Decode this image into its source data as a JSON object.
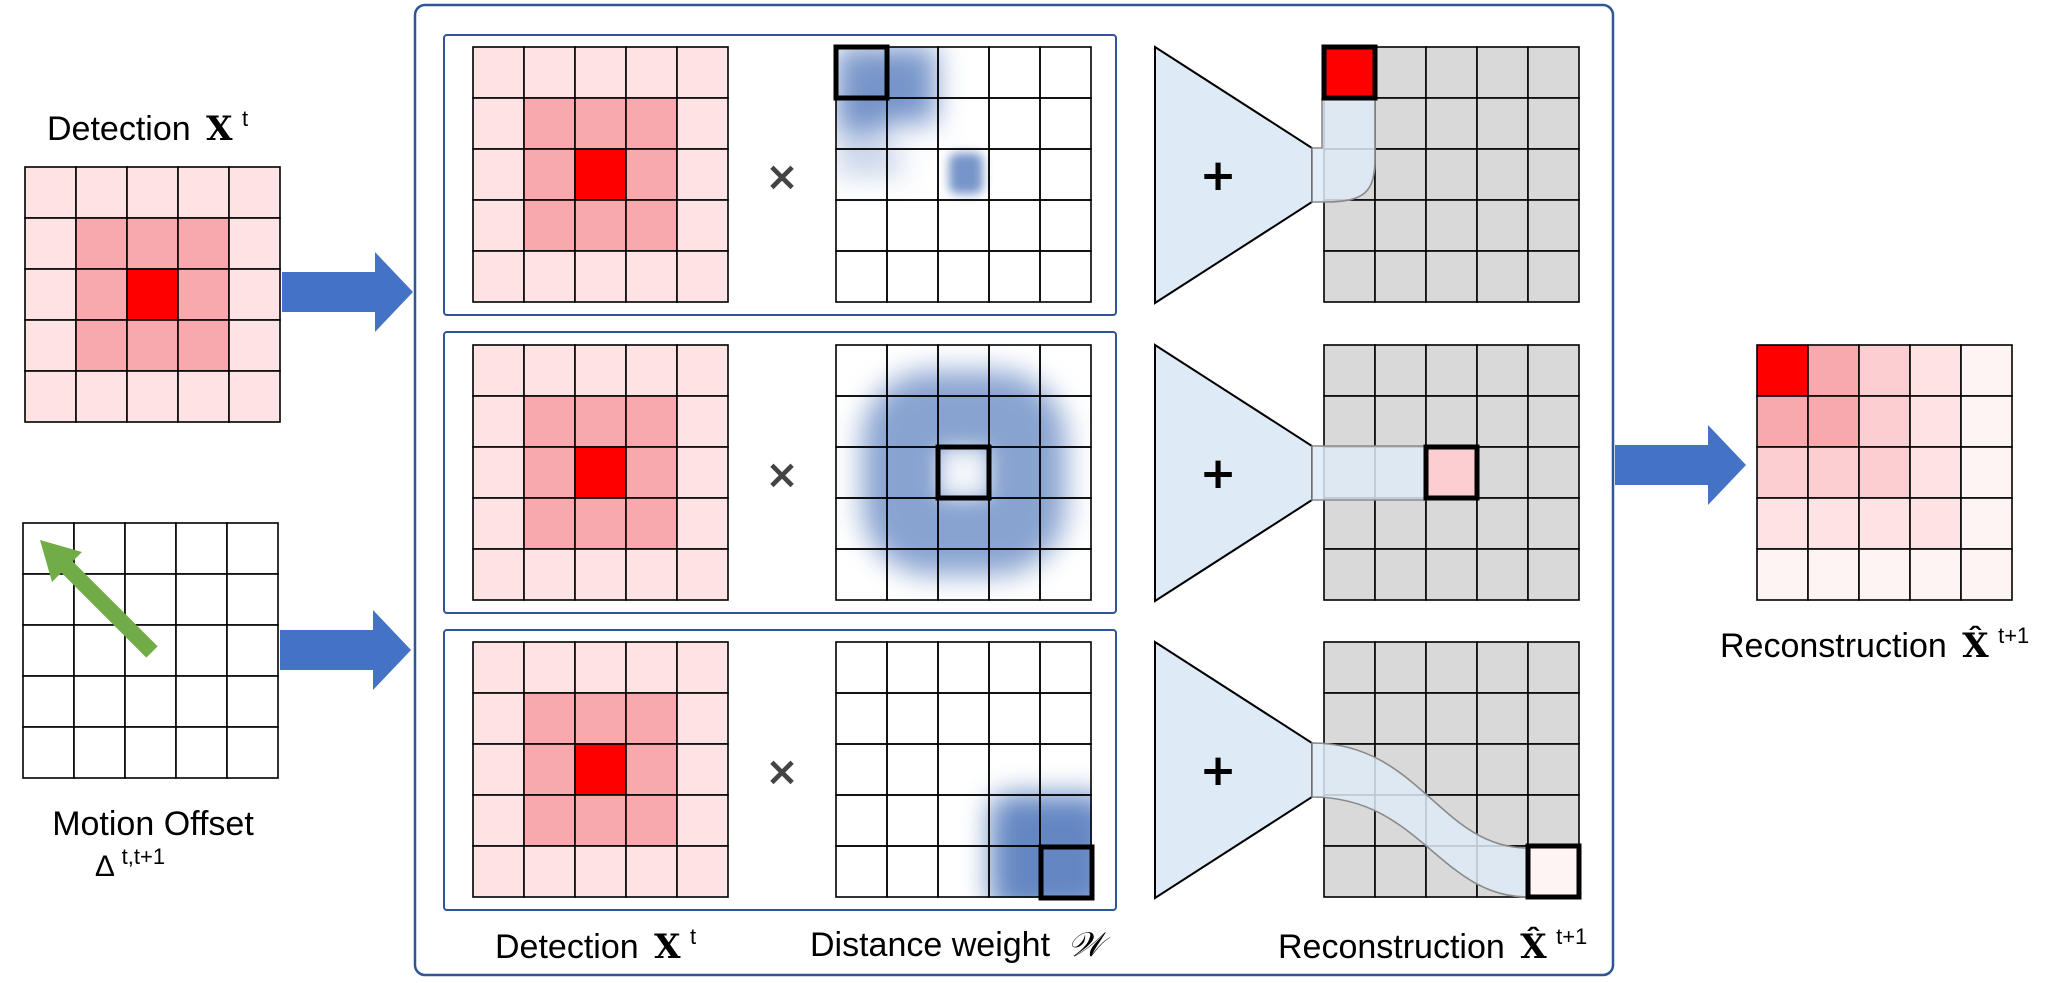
{
  "left": {
    "detection_label": "Detection",
    "detection_symbol": "X",
    "detection_sup": "t",
    "motion_label": "Motion Offset",
    "motion_symbol": "Δ",
    "motion_sup": "t,t+1"
  },
  "right": {
    "recon_label": "Reconstruction",
    "recon_symbol": "X̂",
    "recon_sup": "t+1"
  },
  "bottom": {
    "detection_label": "Detection",
    "detection_symbol": "X",
    "detection_sup": "t",
    "distance_label": "Distance weight",
    "distance_symbol": "𝒲",
    "recon_label": "Reconstruction",
    "recon_symbol": "X̂",
    "recon_sup": "t+1"
  },
  "operators": {
    "multiply": "×",
    "plus": "+"
  },
  "colors": {
    "red": "#ff0000",
    "mid_pink": "#f8a9ad",
    "light_pink": "#fde3e4",
    "gray_cell": "#d9d9d9",
    "blue_arrow": "#4472c4",
    "green_arrow": "#70ad47",
    "panel_border": "#2f5597",
    "funnel_fill": "#deeaf6",
    "weight_blue": "#4a72b8"
  },
  "detection_heatmap": [
    [
      "#fde3e4",
      "#fde3e4",
      "#fde3e4",
      "#fde3e4",
      "#fde3e4"
    ],
    [
      "#fde3e4",
      "#f8a9ad",
      "#f8a9ad",
      "#f8a9ad",
      "#fde3e4"
    ],
    [
      "#fde3e4",
      "#f8a9ad",
      "#ff0000",
      "#f8a9ad",
      "#fde3e4"
    ],
    [
      "#fde3e4",
      "#f8a9ad",
      "#f8a9ad",
      "#f8a9ad",
      "#fde3e4"
    ],
    [
      "#fde3e4",
      "#fde3e4",
      "#fde3e4",
      "#fde3e4",
      "#fde3e4"
    ]
  ],
  "reconstruction_heatmap": [
    [
      "#ff0000",
      "#f8a9ad",
      "#fbcfd1",
      "#fde3e4",
      "#fef4f4"
    ],
    [
      "#f8a9ad",
      "#f8a9ad",
      "#fbcfd1",
      "#fde3e4",
      "#fef4f4"
    ],
    [
      "#fbcfd1",
      "#fbcfd1",
      "#fbcfd1",
      "#fde3e4",
      "#fef4f4"
    ],
    [
      "#fde3e4",
      "#fde3e4",
      "#fde3e4",
      "#fde3e4",
      "#fef4f4"
    ],
    [
      "#fef4f4",
      "#fef4f4",
      "#fef4f4",
      "#fef4f4",
      "#fef4f4"
    ]
  ],
  "rows": [
    {
      "highlight_cell": [
        0,
        0
      ],
      "highlight_fill": "#ff0000",
      "path_end": [
        0,
        0
      ]
    },
    {
      "highlight_cell": [
        2,
        2
      ],
      "highlight_fill": "#fbcfd1",
      "path_end": [
        2,
        2
      ]
    },
    {
      "highlight_cell": [
        4,
        4
      ],
      "highlight_fill": "#fef4f4",
      "path_end": [
        4,
        4
      ]
    }
  ]
}
